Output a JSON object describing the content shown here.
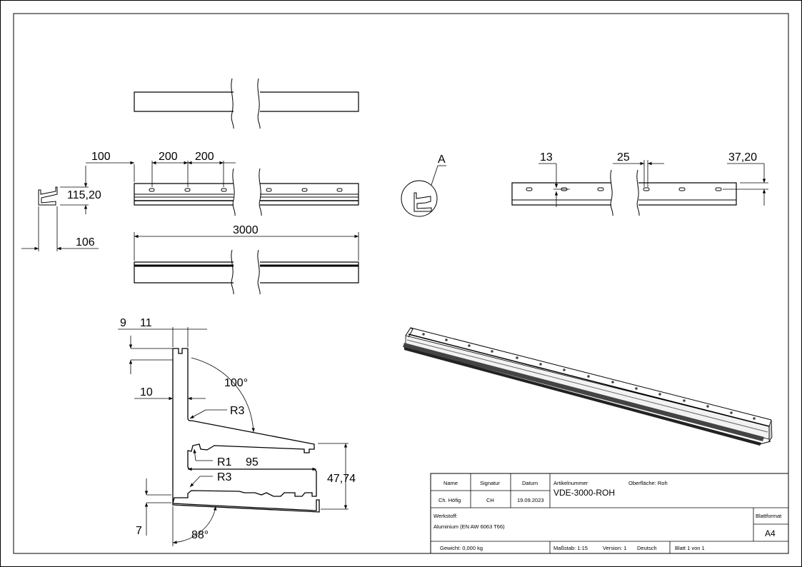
{
  "drawing": {
    "dimensions": {
      "d100": "100",
      "d200a": "200",
      "d200b": "200",
      "d115": "115,20",
      "d106": "106",
      "d3000": "3000",
      "d13": "13",
      "d25": "25",
      "d37": "37,20",
      "d9": "9",
      "d11": "11",
      "d10": "10",
      "d100deg": "100°",
      "r3a": "R3",
      "r1": "R1",
      "d95": "95",
      "r3b": "R3",
      "d47": "47,74",
      "d7": "7",
      "d88": "88°"
    },
    "detail_label": "A"
  },
  "title_block": {
    "headers": {
      "name": "Name",
      "signatur": "Signatur",
      "datum": "Datum"
    },
    "values": {
      "name": "Ch. Höfig",
      "signatur": "CH",
      "datum": "19.09.2023"
    },
    "artikelnummer_label": "Artikelnummer",
    "artikelnummer": "VDE-3000-ROH",
    "oberflaeche": "Oberfläche:  Roh",
    "werkstoff_label": "Werkstoff:",
    "werkstoff": "Aluminium (EN AW 6063 T66)",
    "blattformat_label": "Blattformat",
    "blattformat": "A4",
    "gewicht": "Gewicht: 0,000 kg",
    "massstab": "Maßstab: 1:15",
    "version": "Version: 1",
    "sprache": "Deutsch",
    "blatt": "Blatt 1 von 1"
  }
}
